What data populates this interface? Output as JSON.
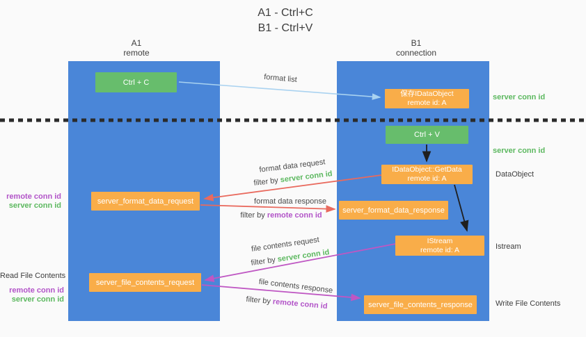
{
  "title": {
    "line1": "A1 - Ctrl+C",
    "line2": "B1 - Ctrl+V"
  },
  "columns": {
    "left": {
      "name": "A1",
      "role": "remote"
    },
    "right": {
      "name": "B1",
      "role": "connection"
    }
  },
  "nodes": {
    "ctrl_c": {
      "label": "Ctrl + C"
    },
    "save_idataobject": {
      "line1": "保存IDataObject",
      "line2": "remote id: A"
    },
    "ctrl_v": {
      "label": "Ctrl + V"
    },
    "idataobject_getdata": {
      "line1": "IDataObject::GetData",
      "line2": "remote id: A"
    },
    "server_format_data_request": {
      "label": "server_format_data_request"
    },
    "server_format_data_response": {
      "label": "server_format_data_response"
    },
    "istream": {
      "line1": "IStream",
      "line2": "remote id: A"
    },
    "server_file_contents_request": {
      "label": "server_file_contents_request"
    },
    "server_file_contents_response": {
      "label": "server_file_contents_response"
    }
  },
  "flow_labels": {
    "format_list": "format list",
    "format_data_request": "format data request",
    "format_data_request_filter_prefix": "filter by",
    "format_data_request_filter_key": "server conn id",
    "format_data_response": "format data response",
    "format_data_response_filter_prefix": "filter by",
    "format_data_response_filter_key": "remote conn id",
    "file_contents_request": "file contents request",
    "file_contents_request_filter_prefix": "filter by",
    "file_contents_request_filter_key": "server conn id",
    "file_contents_response": "file contents response",
    "file_contents_response_filter_prefix": "filter by",
    "file_contents_response_filter_key": "remote conn id"
  },
  "side_labels": {
    "server_conn_id_top": "server conn id",
    "server_conn_id_mid": "server conn id",
    "dataobject": "DataObject",
    "istream": "Istream",
    "write_file_contents": "Write File Contents",
    "read_file_contents": "Read File Contents",
    "format_remote_conn_id": "remote conn id",
    "format_server_conn_id": "server conn id",
    "file_remote_conn_id": "remote conn id",
    "file_server_conn_id": "server conn id"
  },
  "colors": {
    "bg": "#fafafa",
    "column_blue": "#4a86d8",
    "box_green": "#67bd6c",
    "box_orange": "#f9ad49",
    "box_text": "#ffffff",
    "arrow_blue": "#a9d2f0",
    "arrow_red": "#e96a5e",
    "arrow_magenta": "#bf57c3",
    "arrow_black": "#1f1f1f",
    "text_dark": "#3d3d3d",
    "text_green": "#5cb85f",
    "text_purple": "#b254c8",
    "separator": "#2b2b2b"
  }
}
